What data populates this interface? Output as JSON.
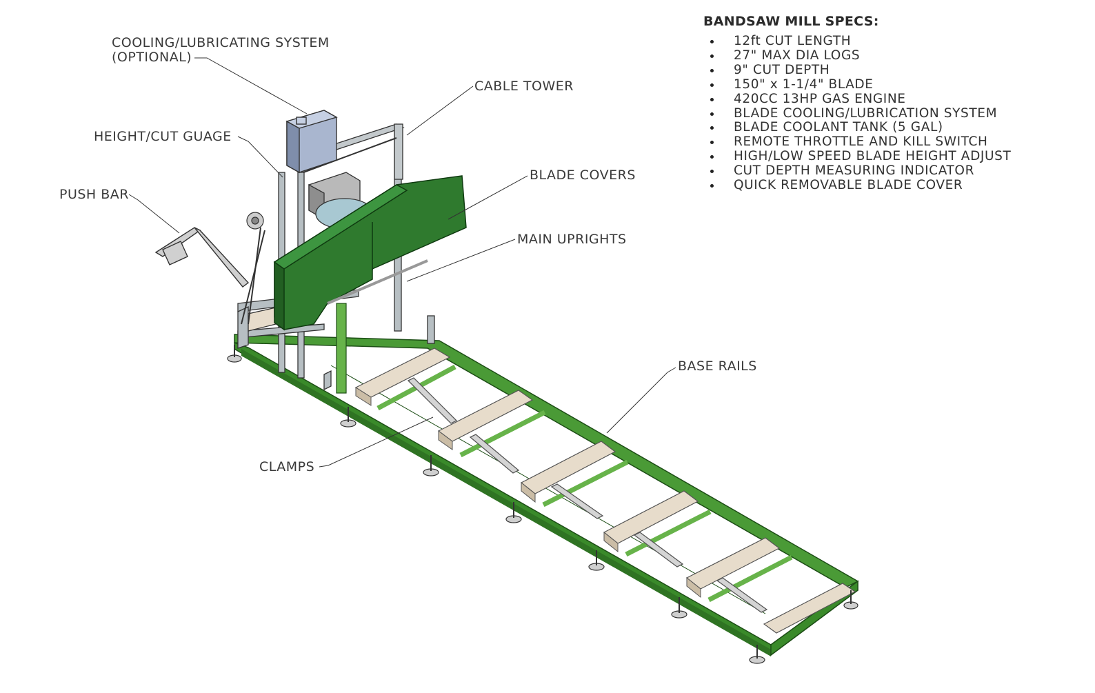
{
  "specs": {
    "title": "BANDSAW MILL SPECS:",
    "items": [
      "12ft CUT LENGTH",
      "27\" MAX DIA LOGS",
      "9\" CUT DEPTH",
      "150\" x 1-1/4\" BLADE",
      "420CC 13HP GAS ENGINE",
      "BLADE COOLING/LUBRICATION SYSTEM",
      "BLADE COOLANT TANK (5 GAL)",
      "REMOTE THROTTLE AND KILL SWITCH",
      "HIGH/LOW SPEED BLADE HEIGHT ADJUST",
      "CUT DEPTH MEASURING INDICATOR",
      "QUICK REMOVABLE BLADE COVER"
    ]
  },
  "labels": {
    "cooling_line1": "COOLING/LUBRICATING SYSTEM",
    "cooling_line2": "(OPTIONAL)",
    "cable_tower": "CABLE TOWER",
    "height_gauge": "HEIGHT/CUT GUAGE",
    "blade_covers": "BLADE COVERS",
    "push_bar": "PUSH BAR",
    "main_uprights": "MAIN UPRIGHTS",
    "base_rails": "BASE RAILS",
    "clamps": "CLAMPS"
  },
  "colors": {
    "frame_green": "#3a8a2a",
    "frame_green_light": "#67b34a",
    "blade_cover_green": "#2f7a2e",
    "bunk_tan": "#e7dccb",
    "steel_gray": "#9aa3a8",
    "tank_blue": "#a9b6cf"
  }
}
